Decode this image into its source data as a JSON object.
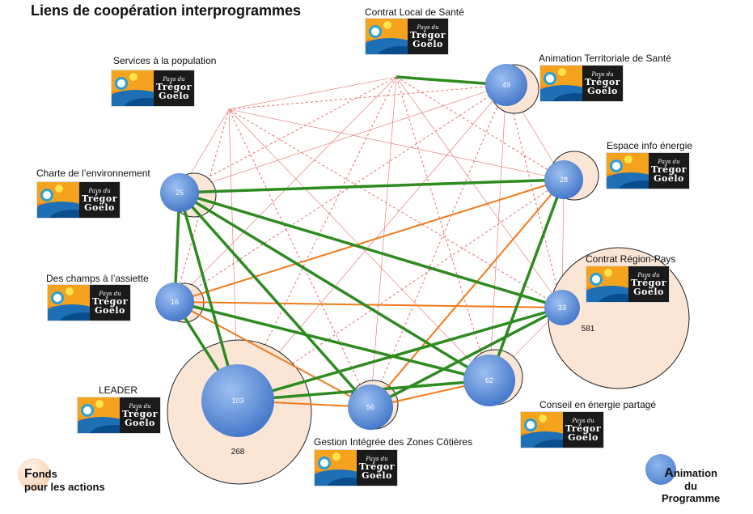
{
  "title": "Liens de coopération interprogrammes",
  "logo": {
    "line1": "Pays du",
    "line2": "Trégor",
    "line3": "Goëlo"
  },
  "programmes": [
    {
      "id": "cls",
      "label": "Contrat Local de Santé",
      "animation": null,
      "fonds": null
    },
    {
      "id": "ats",
      "label": "Animation Territoriale de Santé",
      "animation": 49,
      "fonds": null
    },
    {
      "id": "eie",
      "label": "Espace info énergie",
      "animation": 28,
      "fonds": null
    },
    {
      "id": "crp",
      "label": "Contrat Région-Pays",
      "animation": 33,
      "fonds": 581
    },
    {
      "id": "cep",
      "label": "Conseil en énergie partagé",
      "animation": 62,
      "fonds": null
    },
    {
      "id": "gizc",
      "label": "Gestion Intégrée des Zones Côtières",
      "animation": 56,
      "fonds": null
    },
    {
      "id": "leader",
      "label": "LEADER",
      "animation": 103,
      "fonds": 268
    },
    {
      "id": "dcaa",
      "label": "Des champs à l’assiette",
      "animation": 16,
      "fonds": null
    },
    {
      "id": "ce",
      "label": "Charte de l’environnement",
      "animation": 25,
      "fonds": null
    },
    {
      "id": "sap",
      "label": "Services à la population",
      "animation": null,
      "fonds": null
    }
  ],
  "links": {
    "strong_green": [
      [
        "cls",
        "ats"
      ],
      [
        "ce",
        "eie"
      ],
      [
        "ce",
        "dcaa"
      ],
      [
        "ce",
        "leader"
      ],
      [
        "ce",
        "gizc"
      ],
      [
        "ce",
        "cep"
      ],
      [
        "ce",
        "crp"
      ],
      [
        "dcaa",
        "leader"
      ],
      [
        "eie",
        "cep"
      ],
      [
        "leader",
        "crp"
      ],
      [
        "leader",
        "cep"
      ],
      [
        "dcaa",
        "cep"
      ],
      [
        "crp",
        "gizc"
      ]
    ],
    "orange": [
      [
        "dcaa",
        "eie"
      ],
      [
        "dcaa",
        "crp"
      ],
      [
        "dcaa",
        "gizc"
      ],
      [
        "leader",
        "gizc"
      ],
      [
        "gizc",
        "eie"
      ],
      [
        "gizc",
        "cep"
      ],
      [
        "leader",
        "cep"
      ],
      [
        "dcaa",
        "cep"
      ]
    ]
  },
  "legend": {
    "fonds": "Fonds pour les actions",
    "fonds_initial": "F",
    "fonds_rest": "onds",
    "fonds_line2": "pour les actions",
    "animation_initial": "A",
    "animation_rest": "nimation",
    "animation_line2": "du",
    "animation_line3": "Programme"
  },
  "colors": {
    "animation_fill": "#5b8fd9",
    "fonds_fill": "#fbe6d6",
    "strong_link": "#2e8b20",
    "orange_link": "#f07a1c",
    "weak_link": "#e66a6a"
  }
}
